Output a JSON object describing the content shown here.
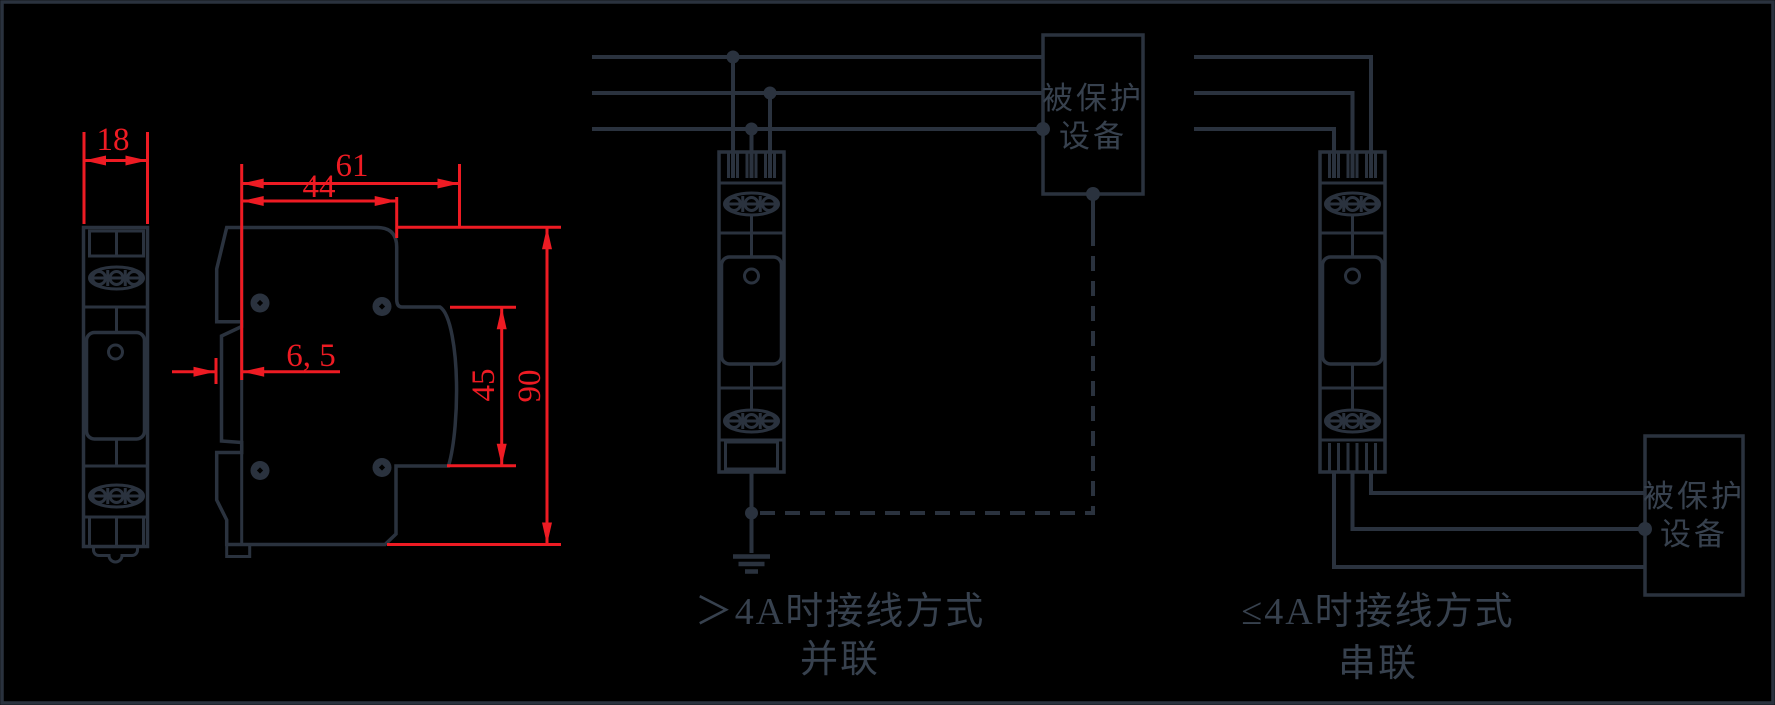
{
  "colors": {
    "background": "#000000",
    "drawing_line": "#2a323e",
    "chinese_text": "#37414e",
    "dimension_red": "#ee1b23"
  },
  "dims": {
    "front_width": "18",
    "overall_depth": "61",
    "body_depth": "44",
    "din_offset": "6, 5",
    "rail_height": "45",
    "overall_height": "90"
  },
  "parallel": {
    "device": {
      "line1": "被保护",
      "line2": "设备"
    },
    "caption": {
      "line1": "＞4A时接线方式",
      "line2": "并联"
    }
  },
  "series": {
    "device": {
      "line1": "被保护",
      "line2": "设备"
    },
    "caption": {
      "line1": "≤4A时接线方式",
      "line2": "串联"
    }
  }
}
